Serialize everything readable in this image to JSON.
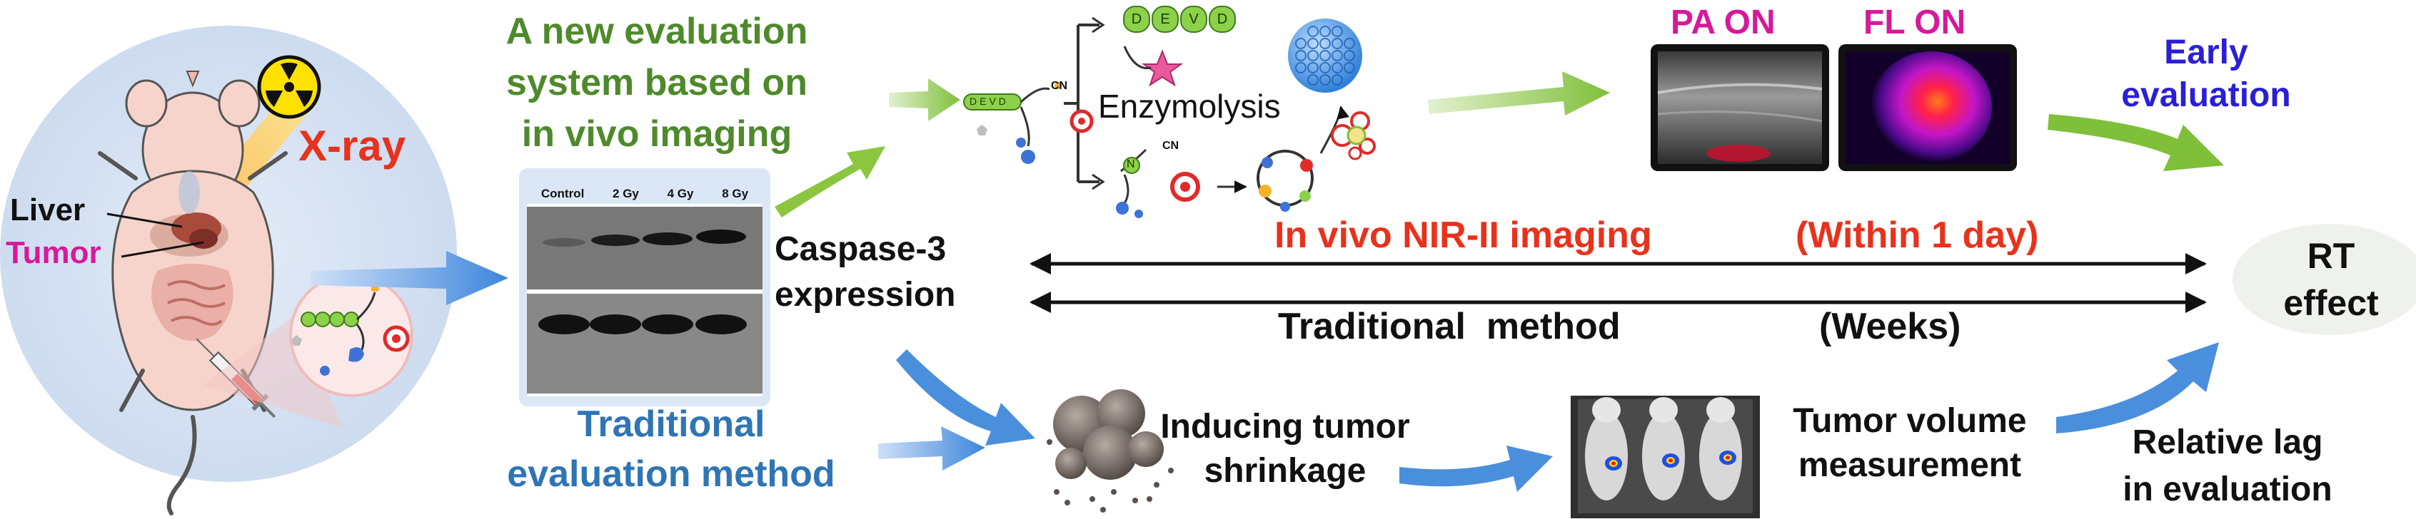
{
  "colors": {
    "green": "#4e8a2b",
    "blue_text": "#2f75b5",
    "red": "#e8321c",
    "magenta": "#d6199a",
    "indigo": "#2a1fd6",
    "arrow_blue": "#4a8fdc",
    "arrow_green": "#8cc63f",
    "black": "#111111"
  },
  "mouse": {
    "xray_label": "X-ray",
    "liver_label": "Liver",
    "tumor_label": "Tumor"
  },
  "header": {
    "new_system_line1": "A new evaluation",
    "new_system_line2": "system based on",
    "new_system_line3": "in vivo imaging"
  },
  "western_blot": {
    "lanes": [
      "Control",
      "2 Gy",
      "4 Gy",
      "8 Gy"
    ],
    "caspase_line1": "Caspase-3",
    "caspase_line2": "expression"
  },
  "probe": {
    "seq_top": [
      "D",
      "E",
      "V",
      "D"
    ],
    "seq_left": "DEVD",
    "cn_label": "CN",
    "n_label": "N",
    "enzymolysis_label": "Enzymolysis"
  },
  "imaging": {
    "pa_label": "PA ON",
    "fl_label": "FL ON",
    "early_line1": "Early",
    "early_line2": "evaluation"
  },
  "timeline": {
    "nir_label": "In vivo NIR-II imaging",
    "nir_time": "(Within 1 day)",
    "traditional_label": "Traditional  method",
    "traditional_time": "(Weeks)",
    "rt_line1": "RT",
    "rt_line2": "effect"
  },
  "traditional": {
    "line1": "Traditional",
    "line2": "evaluation method",
    "shrink_line1": "Inducing tumor",
    "shrink_line2": "shrinkage",
    "volume_line1": "Tumor volume",
    "volume_line2": "measurement",
    "lag_line1": "Relative lag",
    "lag_line2": "in evaluation"
  }
}
